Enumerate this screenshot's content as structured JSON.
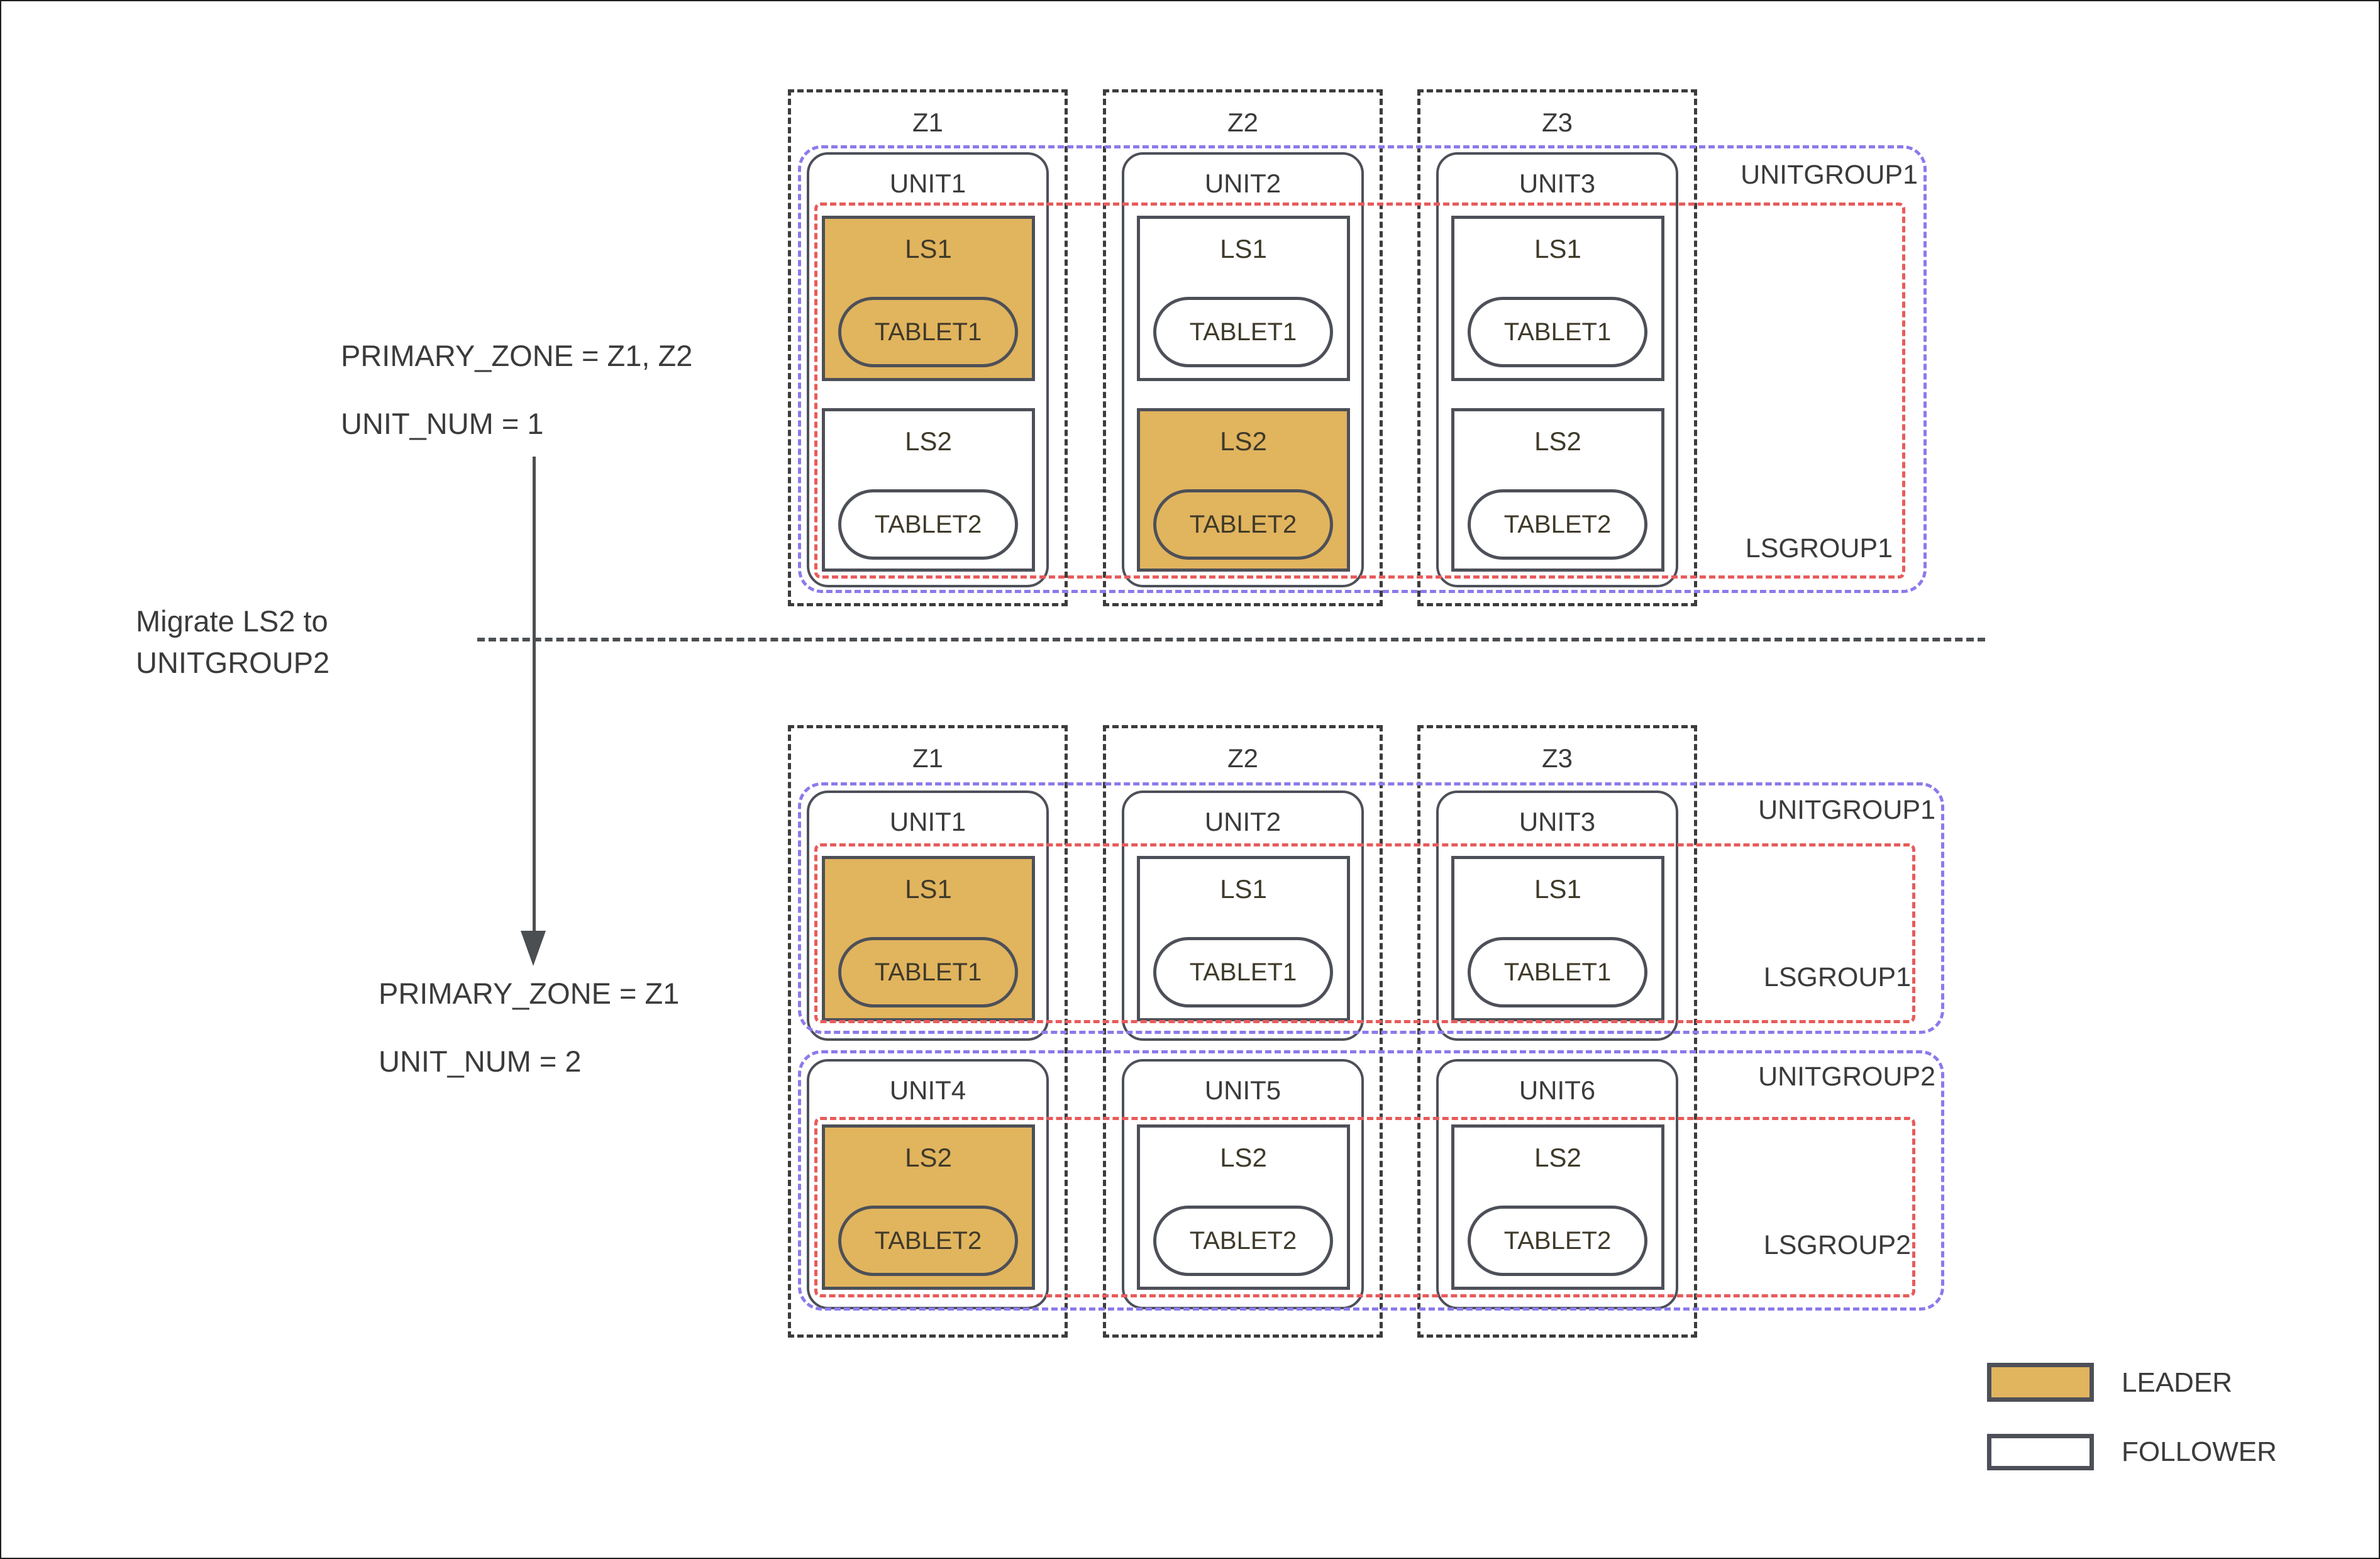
{
  "colors": {
    "leader_fill": "#E1B45E",
    "follower_fill": "#FFFFFF",
    "box_border": "#4D5058",
    "zone_dash": "#3C3C3C",
    "unitgroup_dash": "#8B7AEB",
    "lsgroup_dash": "#E85B5B",
    "text": "#3B3B3B",
    "arrow": "#4C4F52"
  },
  "annotations": {
    "before_config": {
      "line1": "PRIMARY_ZONE = Z1, Z2",
      "line2": "UNIT_NUM = 1"
    },
    "migration": {
      "line1": "Migrate LS2 to",
      "line2": "UNITGROUP2"
    },
    "after_config": {
      "line1": "PRIMARY_ZONE = Z1",
      "line2": "UNIT_NUM = 2"
    }
  },
  "before": {
    "zones": [
      {
        "label": "Z1"
      },
      {
        "label": "Z2"
      },
      {
        "label": "Z3"
      }
    ],
    "unitgroup_label": "UNITGROUP1",
    "lsgroup_label": "LSGROUP1",
    "units": [
      {
        "label": "UNIT1",
        "ls1": {
          "label": "LS1",
          "tablet": "TABLET1",
          "role": "leader"
        },
        "ls2": {
          "label": "LS2",
          "tablet": "TABLET2",
          "role": "follower"
        }
      },
      {
        "label": "UNIT2",
        "ls1": {
          "label": "LS1",
          "tablet": "TABLET1",
          "role": "follower"
        },
        "ls2": {
          "label": "LS2",
          "tablet": "TABLET2",
          "role": "leader"
        }
      },
      {
        "label": "UNIT3",
        "ls1": {
          "label": "LS1",
          "tablet": "TABLET1",
          "role": "follower"
        },
        "ls2": {
          "label": "LS2",
          "tablet": "TABLET2",
          "role": "follower"
        }
      }
    ]
  },
  "after": {
    "zones": [
      {
        "label": "Z1"
      },
      {
        "label": "Z2"
      },
      {
        "label": "Z3"
      }
    ],
    "rows": [
      {
        "unitgroup_label": "UNITGROUP1",
        "lsgroup_label": "LSGROUP1",
        "units": [
          {
            "label": "UNIT1",
            "ls": {
              "label": "LS1",
              "tablet": "TABLET1",
              "role": "leader"
            }
          },
          {
            "label": "UNIT2",
            "ls": {
              "label": "LS1",
              "tablet": "TABLET1",
              "role": "follower"
            }
          },
          {
            "label": "UNIT3",
            "ls": {
              "label": "LS1",
              "tablet": "TABLET1",
              "role": "follower"
            }
          }
        ]
      },
      {
        "unitgroup_label": "UNITGROUP2",
        "lsgroup_label": "LSGROUP2",
        "units": [
          {
            "label": "UNIT4",
            "ls": {
              "label": "LS2",
              "tablet": "TABLET2",
              "role": "leader"
            }
          },
          {
            "label": "UNIT5",
            "ls": {
              "label": "LS2",
              "tablet": "TABLET2",
              "role": "follower"
            }
          },
          {
            "label": "UNIT6",
            "ls": {
              "label": "LS2",
              "tablet": "TABLET2",
              "role": "follower"
            }
          }
        ]
      }
    ]
  },
  "legend": {
    "leader": "LEADER",
    "follower": "FOLLOWER"
  }
}
